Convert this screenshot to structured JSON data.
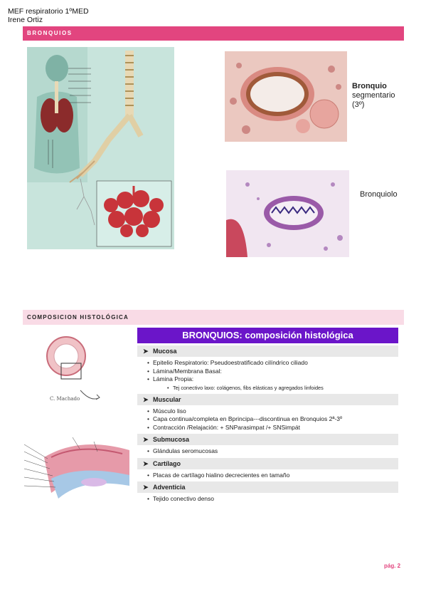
{
  "header": {
    "line1": "MEF respiratorio 1ºMED",
    "line2": "Irene Ortiz"
  },
  "section1": {
    "title": "BRONQUIOS"
  },
  "figures": {
    "bronquio_label_bold": "Bronquio",
    "bronquio_label_rest": "segmentario",
    "bronquio_label_order": "(3º)",
    "bronquiolo_label": "Bronquiolo"
  },
  "section2": {
    "title": "COMPOSICION HISTOLÓGICA"
  },
  "composition": {
    "title": "BRONQUIOS: composición histológica",
    "sections": [
      {
        "name": "Mucosa",
        "items": [
          "Epitelio Respiratorio: Pseudoestratificado cilíndrico ciliado",
          "Lámina/Membrana Basal:",
          "Lámina Propia:"
        ],
        "subitem": "Tej conectivo laxo: colágenos, fibs elásticas y agregados linfoides"
      },
      {
        "name": "Muscular",
        "items": [
          "Músculo liso",
          "Capa continua/completa en Bprincipa---discontinua en Bronquios 2ª-3º",
          "Contracción /Relajación: + SNParasimpat /+ SNSimpát"
        ]
      },
      {
        "name": "Submucosa",
        "items": [
          "Glándulas seromucosas"
        ]
      },
      {
        "name": "Cartílago",
        "items": [
          "Placas de cartílago hialino decrecientes en tamaño"
        ]
      },
      {
        "name": "Adventicia",
        "items": [
          "Tejido conectivo denso"
        ]
      }
    ]
  },
  "footer": {
    "page": "pág. 2"
  },
  "colors": {
    "accent": "#e2457f",
    "purple": "#6b15c9",
    "band_light": "#f9dbe6"
  }
}
